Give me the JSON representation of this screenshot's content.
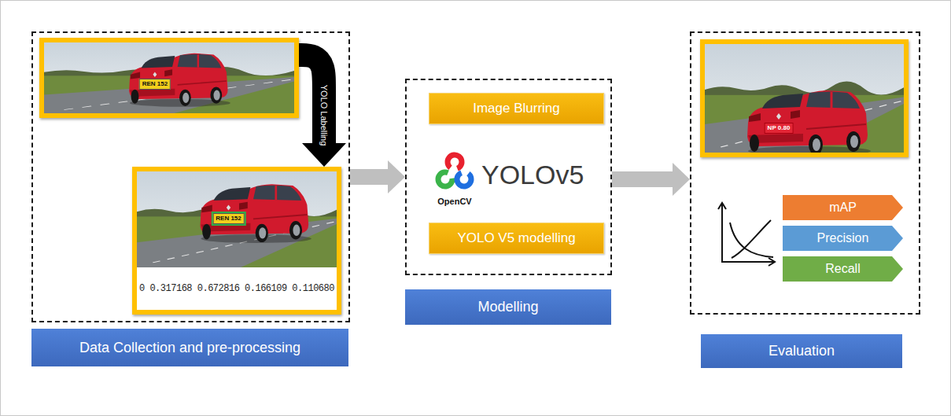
{
  "diagram": {
    "nodes": [
      {
        "text": [
          "Data Collection and pre-processing"
        ]
      },
      {
        "text": [
          "REN 152"
        ],
        "in": 0
      },
      {
        "text": [
          "REN 152",
          "0 0.317168 0.672816 0.166109 0.110680"
        ],
        "in": 0
      },
      {
        "text": [
          "Modelling"
        ]
      },
      {
        "text": [
          "Image Blurring"
        ],
        "in": 3
      },
      {
        "text": [
          "YOLO V5 modelling"
        ],
        "in": 3
      },
      {
        "text": [
          "Evaluation"
        ]
      },
      {
        "text": [
          "NP 0.80"
        ],
        "in": 6
      },
      {
        "text": [
          "mAP"
        ],
        "in": 6
      },
      {
        "text": [
          "Precision"
        ],
        "in": 6
      },
      {
        "text": [
          "Recall"
        ],
        "in": 6
      }
    ],
    "edges": [
      {
        "from": 1,
        "to": 2,
        "label": "YOLO Labelling",
        "arrow": "to"
      },
      {
        "from": 0,
        "to": 3,
        "arrow": "to"
      },
      {
        "from": 3,
        "to": 6,
        "arrow": "to"
      }
    ],
    "labels": [
      "OpenCV",
      "YOLOv5"
    ]
  }
}
